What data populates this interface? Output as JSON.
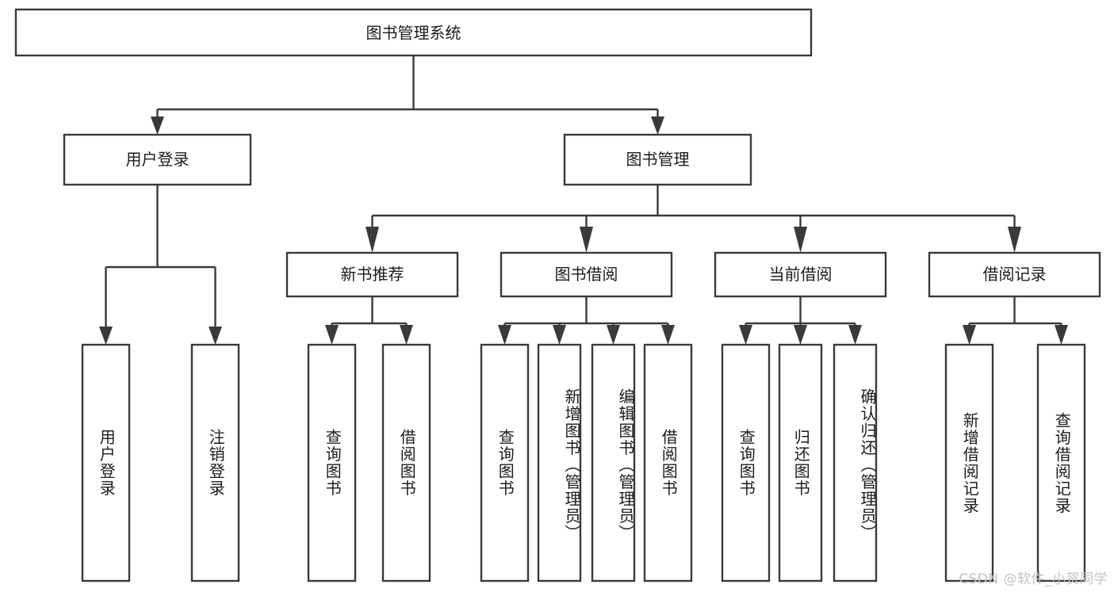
{
  "diagram": {
    "title": "图书管理系统",
    "type": "tree-hierarchy",
    "watermark": "CSDN @软件_小贺同学",
    "colors": {
      "stroke": "#3a3a3a",
      "fill": "#ffffff",
      "text": "#1c1c1c",
      "watermark": "#c2c2c2"
    },
    "root": {
      "label": "图书管理系统"
    },
    "level2": [
      {
        "label": "用户登录"
      },
      {
        "label": "图书管理"
      }
    ],
    "level3": [
      {
        "label": "新书推荐"
      },
      {
        "label": "图书借阅"
      },
      {
        "label": "当前借阅"
      },
      {
        "label": "借阅记录"
      }
    ],
    "leaves": {
      "user_login": [
        {
          "label": "用户登录"
        },
        {
          "label": "注销登录"
        }
      ],
      "new_book_recommend": [
        {
          "label": "查询图书"
        },
        {
          "label": "借阅图书"
        }
      ],
      "book_borrow": [
        {
          "label": "查询图书"
        },
        {
          "label": "新增图书（管理员）"
        },
        {
          "label": "编辑图书（管理员）"
        },
        {
          "label": "借阅图书"
        }
      ],
      "current_borrow": [
        {
          "label": "查询图书"
        },
        {
          "label": "归还图书"
        },
        {
          "label": "确认归还（管理员）"
        }
      ],
      "borrow_record": [
        {
          "label": "新增借阅记录"
        },
        {
          "label": "查询借阅记录"
        }
      ]
    }
  }
}
